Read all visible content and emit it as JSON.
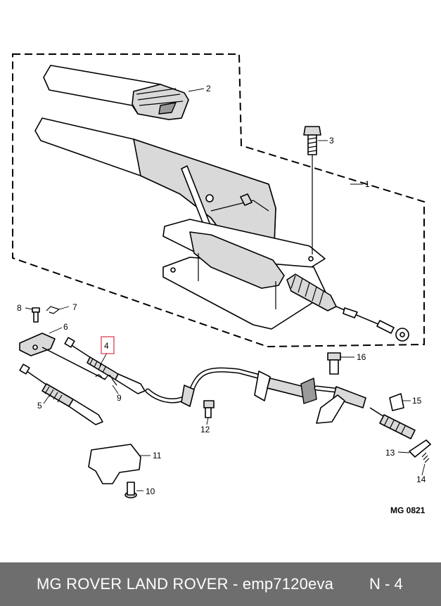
{
  "diagram": {
    "callouts": {
      "c1": "1",
      "c2": "2",
      "c3": "3",
      "c4": "4",
      "c5": "5",
      "c6": "6",
      "c7": "7",
      "c8": "8",
      "c9": "9",
      "c10": "10",
      "c11": "11",
      "c12": "12",
      "c13": "13",
      "c14": "14",
      "c15": "15",
      "c16": "16"
    },
    "highlighted_callout": "4",
    "reference": "MG 0821",
    "highlight_color": "#e05a6a"
  },
  "footer": {
    "title": "MG ROVER LAND ROVER - emp7120eva",
    "code": "N - 4",
    "background": "#6e6e6e"
  }
}
